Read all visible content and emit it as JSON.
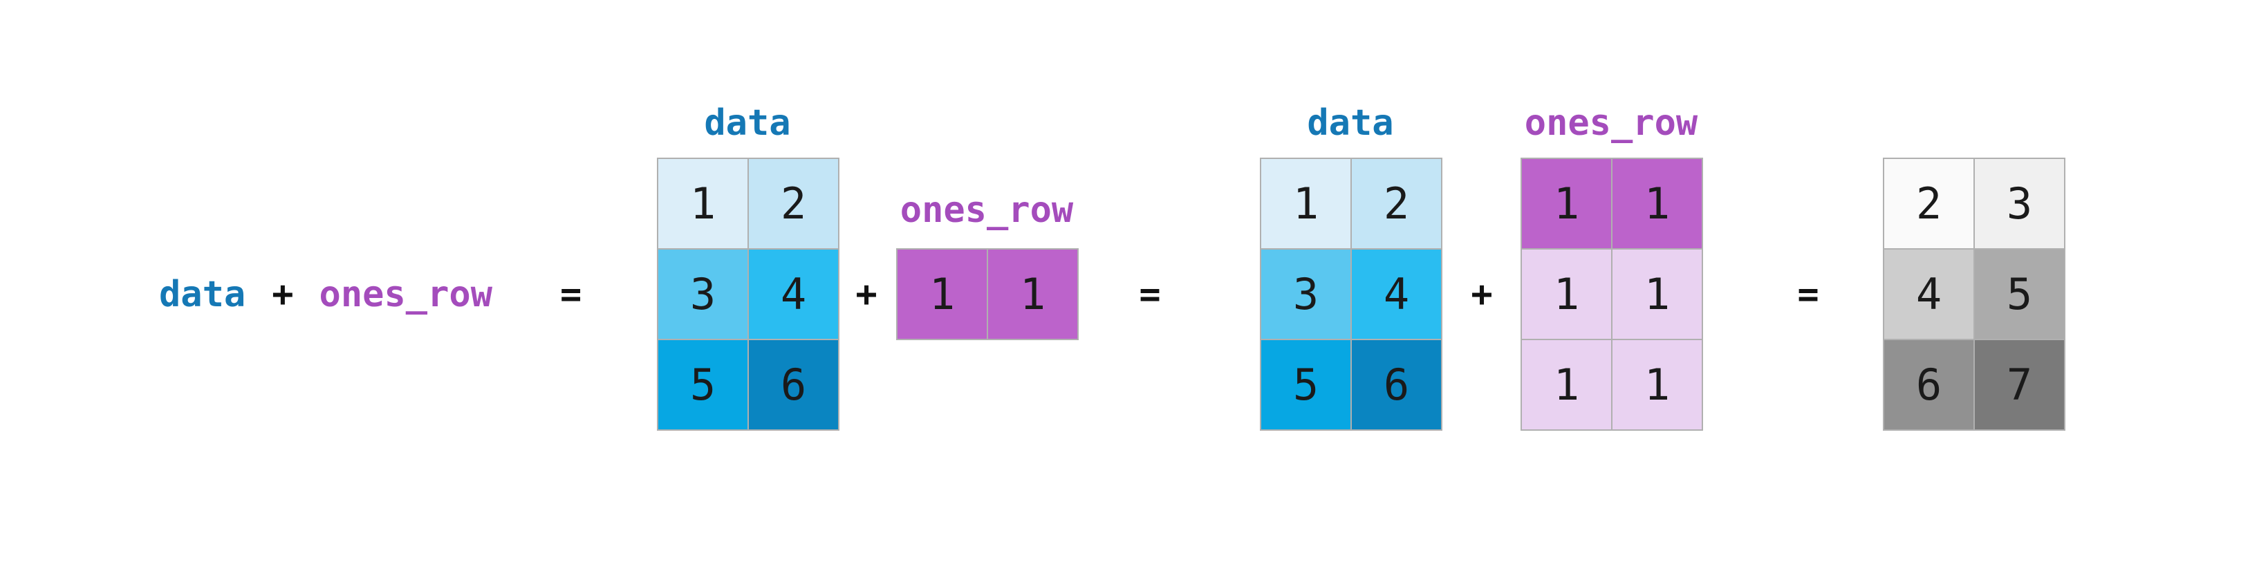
{
  "figure": {
    "background": "#ffffff",
    "expression": {
      "data_label": "data",
      "plus": "+",
      "ones_row_label": "ones_row",
      "equals": "="
    },
    "operators": {
      "plus_1": "+",
      "equals_1": "=",
      "plus_2": "+",
      "equals_2": "="
    },
    "colors": {
      "label_blue": "#1578b5",
      "label_purple": "#a44cbc",
      "digit_text": "#1a1a1a",
      "operator_text": "#111111",
      "grid_line": "#b0b0b0"
    },
    "matrices": {
      "data1": {
        "title": "data",
        "rows": 3,
        "cols": 2,
        "cells": [
          "1",
          "2",
          "3",
          "4",
          "5",
          "6"
        ],
        "cell_colors": [
          "#dceef9",
          "#c3e5f6",
          "#5ac7f0",
          "#2abdf1",
          "#07a7e3",
          "#0a85c1"
        ]
      },
      "ones_row1": {
        "title": "ones_row",
        "rows": 1,
        "cols": 2,
        "cells": [
          "1",
          "1"
        ],
        "cell_colors": [
          "#bc63cb",
          "#bc63cb"
        ]
      },
      "data2": {
        "title": "data",
        "rows": 3,
        "cols": 2,
        "cells": [
          "1",
          "2",
          "3",
          "4",
          "5",
          "6"
        ],
        "cell_colors": [
          "#dceef9",
          "#c3e5f6",
          "#5ac7f0",
          "#2abdf1",
          "#07a7e3",
          "#0a85c1"
        ]
      },
      "ones_row2": {
        "title": "ones_row",
        "rows": 3,
        "cols": 2,
        "cells": [
          "1",
          "1",
          "1",
          "1",
          "1",
          "1"
        ],
        "cell_colors": [
          "#bc63cb",
          "#bc63cb",
          "#e9d2f1",
          "#e9d2f1",
          "#e9d2f1",
          "#e9d2f1"
        ]
      },
      "result": {
        "title": "",
        "rows": 3,
        "cols": 2,
        "cells": [
          "2",
          "3",
          "4",
          "5",
          "6",
          "7"
        ],
        "cell_colors": [
          "#fafafa",
          "#f0f0f0",
          "#cdcdcd",
          "#ababab",
          "#919191",
          "#7a7a7a"
        ]
      }
    }
  }
}
